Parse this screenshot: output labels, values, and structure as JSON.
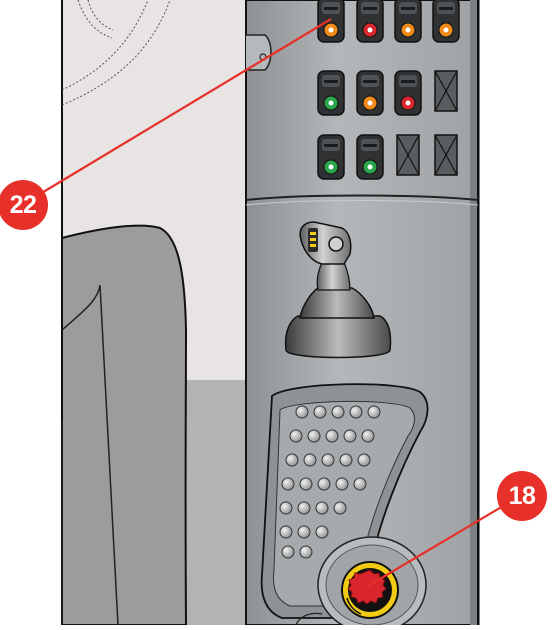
{
  "callouts": [
    {
      "id": "callout-22",
      "label": "22"
    },
    {
      "id": "callout-18",
      "label": "18"
    }
  ],
  "colors": {
    "callout": "#e8302b",
    "panel": "#a9acae",
    "panel_dark": "#8f9294",
    "seat": "#9c9c9c",
    "background_left": "#e8e4e4",
    "switch_body": "#3b3d3f",
    "icon_orange": "#f08a1a",
    "icon_green": "#2aa64a",
    "icon_red": "#d8262c",
    "emergency_yellow": "#f2cc14",
    "emergency_red": "#d8262c"
  },
  "switches": [
    {
      "name": "switch-work-light",
      "icon": "light-bulb-icon",
      "color": "orange"
    },
    {
      "name": "switch-hazard",
      "icon": "hazard-icon",
      "color": "red"
    },
    {
      "name": "switch-beacon",
      "icon": "beacon-icon",
      "color": "orange"
    },
    {
      "name": "switch-rear-light",
      "icon": "rear-light-icon",
      "color": "orange"
    },
    {
      "name": "switch-side-light",
      "icon": "side-light-icon",
      "color": "green"
    },
    {
      "name": "switch-horn",
      "icon": "horn-icon",
      "color": "orange"
    },
    {
      "name": "switch-emergency-stop-indicator",
      "icon": "stop-indicator-icon",
      "color": "red"
    },
    {
      "name": "switch-fan",
      "icon": "fan-icon",
      "color": "green"
    },
    {
      "name": "switch-reverse-fan",
      "icon": "reverse-fan-icon",
      "color": "green"
    }
  ]
}
